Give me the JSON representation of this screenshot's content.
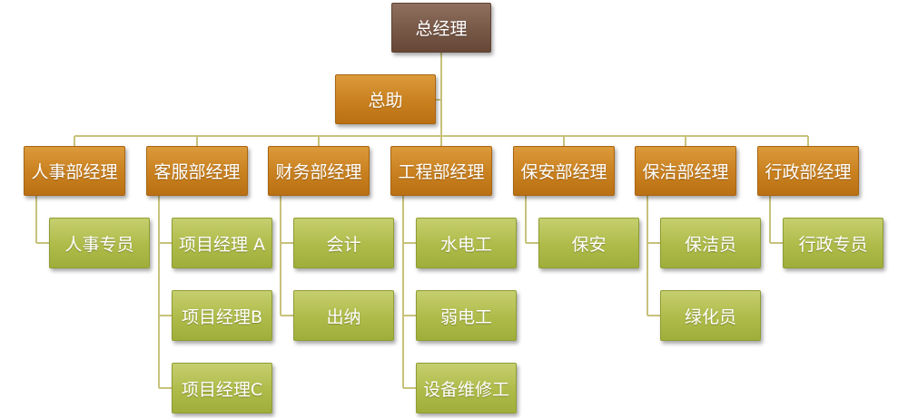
{
  "root": {
    "label": "总经理"
  },
  "assistant": {
    "label": "总助"
  },
  "departments": [
    {
      "label": "人事部经理",
      "staff": [
        "人事专员"
      ]
    },
    {
      "label": "客服部经理",
      "staff": [
        "项目经理 A",
        "项目经理B",
        "项目经理C"
      ]
    },
    {
      "label": "财务部经理",
      "staff": [
        "会计",
        "出纳"
      ]
    },
    {
      "label": "工程部经理",
      "staff": [
        "水电工",
        "弱电工",
        "设备维修工"
      ]
    },
    {
      "label": "保安部经理",
      "staff": [
        "保安"
      ]
    },
    {
      "label": "保洁部经理",
      "staff": [
        "保洁员",
        "绿化员"
      ]
    },
    {
      "label": "行政部经理",
      "staff": [
        "行政专员"
      ]
    }
  ],
  "colors": {
    "root": "#775746",
    "department": "#c9801f",
    "staff": "#aebb49",
    "connector": "#c8c27c"
  }
}
